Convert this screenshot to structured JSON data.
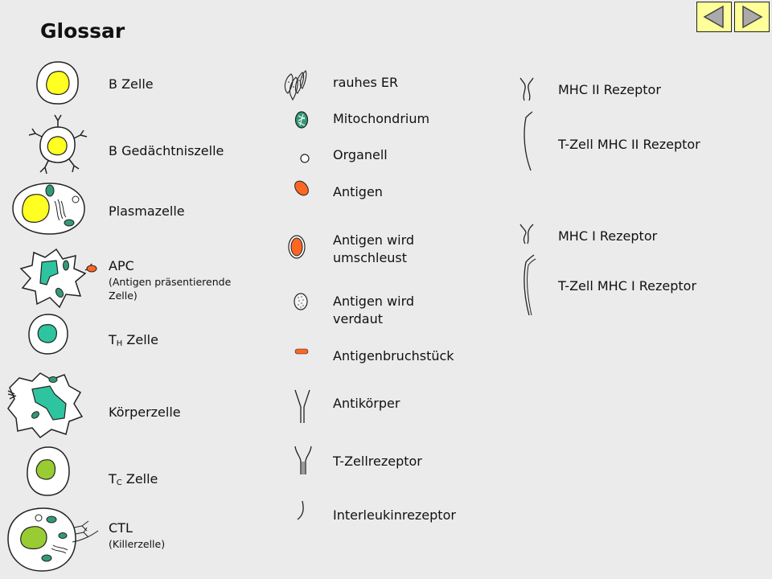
{
  "title": "Glossar",
  "nav": {
    "prev_icon": "triangle-left-icon",
    "next_icon": "triangle-right-icon"
  },
  "colors": {
    "background": "#ebebeb",
    "nav_button": "#ffff99",
    "nucleus_b": "#ffff22",
    "nucleus_th": "#2ec4a0",
    "nucleus_tc": "#99cc33",
    "antigen": "#ff6622",
    "organelle": "#339977"
  },
  "col1": {
    "b_cell": "B Zelle",
    "b_memory": "B Gedächtniszelle",
    "plasma": "Plasmazelle",
    "apc": "APC",
    "apc_sub": "(Antigen präsentierende Zelle)",
    "th_cell_t": "T",
    "th_cell_sub": "H",
    "th_cell_rest": " Zelle",
    "body_cell": "Körperzelle",
    "tc_cell_t": "T",
    "tc_cell_sub": "C",
    "tc_cell_rest": " Zelle",
    "ctl": "CTL",
    "ctl_sub": "(Killerzelle)"
  },
  "col2": {
    "rough_er": "rauhes ER",
    "mitochondrion": "Mitochondrium",
    "organelle": "Organell",
    "antigen": "Antigen",
    "antigen_engulfed_1": "Antigen wird",
    "antigen_engulfed_2": "umschleust",
    "antigen_digested_1": "Antigen wird",
    "antigen_digested_2": "verdaut",
    "antigen_fragment": "Antigenbruchstück",
    "antibody": "Antikörper",
    "tcr": "T-Zellrezeptor",
    "interleukin_receptor": "Interleukinrezeptor"
  },
  "col3": {
    "mhc2": "MHC II Rezeptor",
    "t_mhc2": "T-Zell MHC II Rezeptor",
    "mhc1": "MHC I Rezeptor",
    "t_mhc1": "T-Zell MHC I Rezeptor"
  }
}
